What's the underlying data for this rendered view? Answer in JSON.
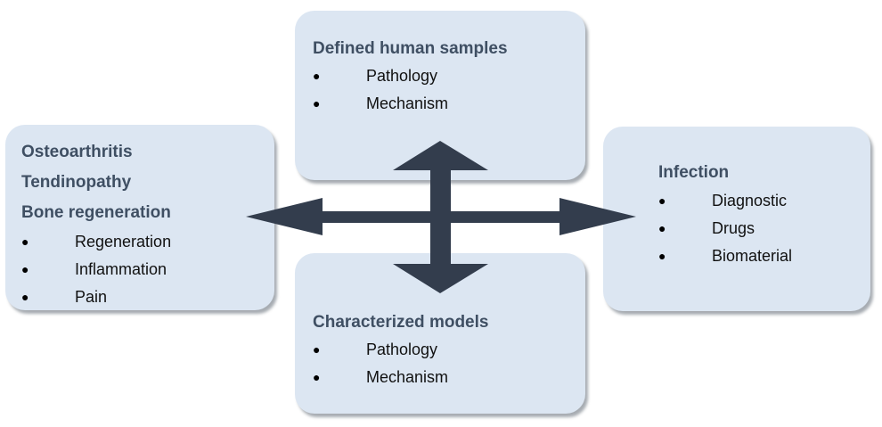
{
  "boxes": {
    "top": {
      "title": "Defined human samples",
      "items": [
        "Pathology",
        "Mechanism"
      ]
    },
    "bottom": {
      "title": "Characterized models",
      "items": [
        "Pathology",
        "Mechanism"
      ]
    },
    "left": {
      "titles": [
        "Osteoarthritis",
        "Tendinopathy",
        "Bone regeneration"
      ],
      "items": [
        "Regeneration",
        "Inflammation",
        "Pain"
      ]
    },
    "right": {
      "title": "Infection",
      "items": [
        "Diagnostic",
        "Drugs",
        "Biomaterial"
      ]
    }
  },
  "bullet_glyph": "●",
  "colors": {
    "box_fill": "#dce6f2",
    "title_text": "#3f4f63",
    "arrow_fill": "#333d4d"
  }
}
